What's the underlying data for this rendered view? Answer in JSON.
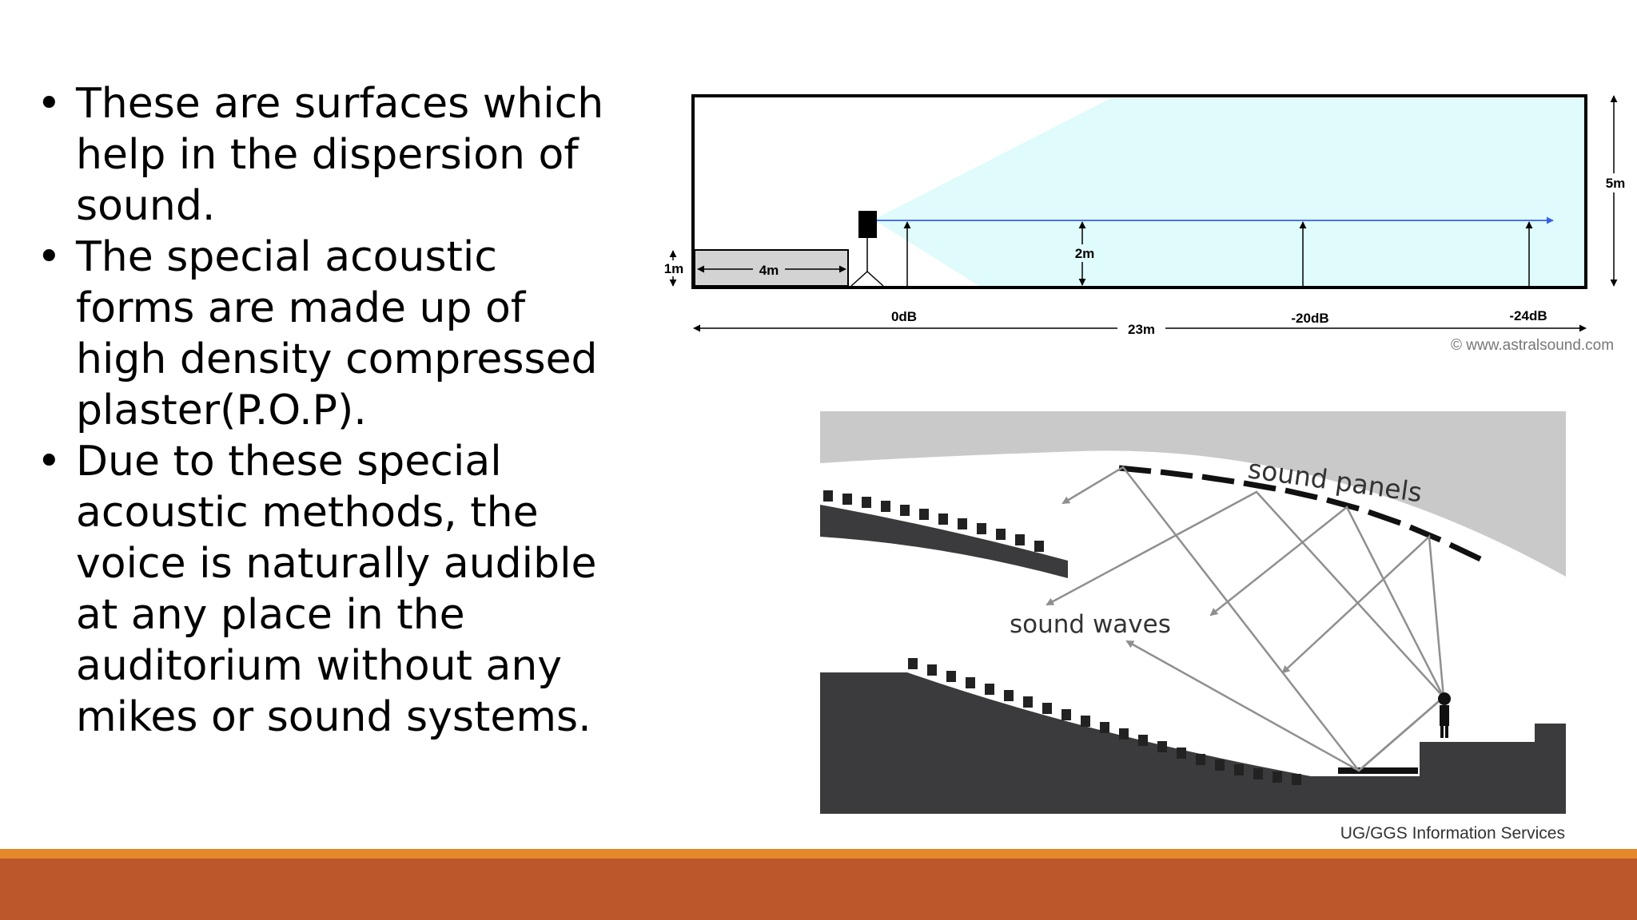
{
  "bullets": [
    "These are surfaces which help in the dispersion of sound.",
    "The special acoustic forms are made up of high density compressed plaster(P.O.P).",
    "Due to these special acoustic methods, the voice is naturally audible at any place in the auditorium without any mikes or  sound systems."
  ],
  "bullet_glyph": "•",
  "room_diagram": {
    "height_label": "1m",
    "stage_depth_label": "4m",
    "listener_height_label": "2m",
    "room_height_label": "5m",
    "level_start": "0dB",
    "level_mid": "-20dB",
    "level_end": "-24dB",
    "room_length_label": "23m",
    "credit": "© www.astralsound.com"
  },
  "auditorium_diagram": {
    "panels_label": "sound panels",
    "waves_label": "sound waves",
    "credit": "UG/GGS Information Services"
  },
  "colors": {
    "sound_beam": "#dffbfb",
    "direct_arrow": "#3a5fe6",
    "stage_fill": "#d3d3d3",
    "ceiling_fill": "#c9c9c9",
    "floor_fill": "#3b3b3d",
    "wave_lines": "#8f8f8f",
    "footer_strip": "#e4882c",
    "footer_bar": "#bc572c"
  }
}
